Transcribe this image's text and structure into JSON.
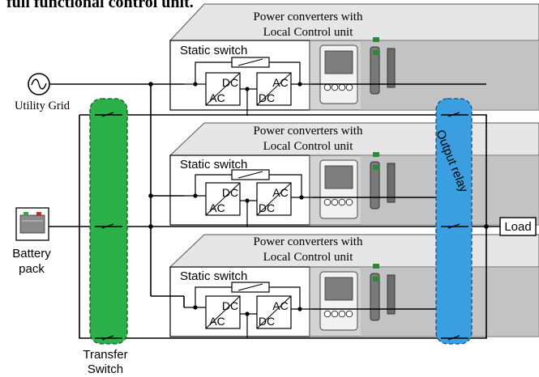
{
  "header_fragment": "full functional control unit.",
  "converter_units": [
    {
      "title_line1": "Power converters with",
      "title_line2": "Local Control unit",
      "switch_label": "Static switch",
      "rectifier_top": "DC",
      "rectifier_bottom": "AC",
      "inverter_top": "AC",
      "inverter_bottom": "DC"
    },
    {
      "title_line1": "Power converters with",
      "title_line2": "Local Control unit",
      "switch_label": "Static switch",
      "rectifier_top": "DC",
      "rectifier_bottom": "AC",
      "inverter_top": "AC",
      "inverter_bottom": "DC"
    },
    {
      "title_line1": "Power converters with",
      "title_line2": "Local Control unit",
      "switch_label": "Static switch",
      "rectifier_top": "DC",
      "rectifier_bottom": "AC",
      "inverter_top": "AC",
      "inverter_bottom": "DC"
    }
  ],
  "utility_grid_label": "Utility Grid",
  "battery_label_line1": "Battery",
  "battery_label_line2": "pack",
  "load_label": "Load",
  "output_relay_label": "Output relay",
  "transfer_switch_line1": "Transfer",
  "transfer_switch_line2": "Switch",
  "colors": {
    "transfer_switch": "#2bb04a",
    "output_relay": "#3a9ee0"
  }
}
